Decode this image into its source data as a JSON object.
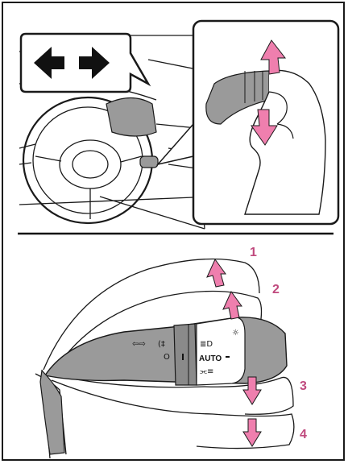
{
  "colors": {
    "arrow_pink": "#ef7fae",
    "number_pink": "#c04a7e",
    "lever_gray": "#9a9a9a",
    "ink": "#1a1a1a"
  },
  "top_panel": {
    "bubble": {
      "icons": [
        "arrow-left-icon",
        "arrow-right-icon"
      ]
    },
    "inset": {
      "icons": [
        "arrow-up-icon",
        "arrow-down-icon"
      ]
    }
  },
  "lever_panel": {
    "positions": [
      {
        "label": "1",
        "arrow": "arrow-up-icon"
      },
      {
        "label": "2",
        "arrow": "arrow-up-icon"
      },
      {
        "label": "3",
        "arrow": "arrow-down-icon"
      },
      {
        "label": "4",
        "arrow": "arrow-down-icon"
      }
    ],
    "switch_label": "AUTO",
    "symbols": {
      "turn_signals": "⇦⇨",
      "fog": "(‡",
      "off_mark": "O",
      "headlight": "≣D",
      "sidelight": "☼",
      "parking": "⫘≡"
    }
  }
}
